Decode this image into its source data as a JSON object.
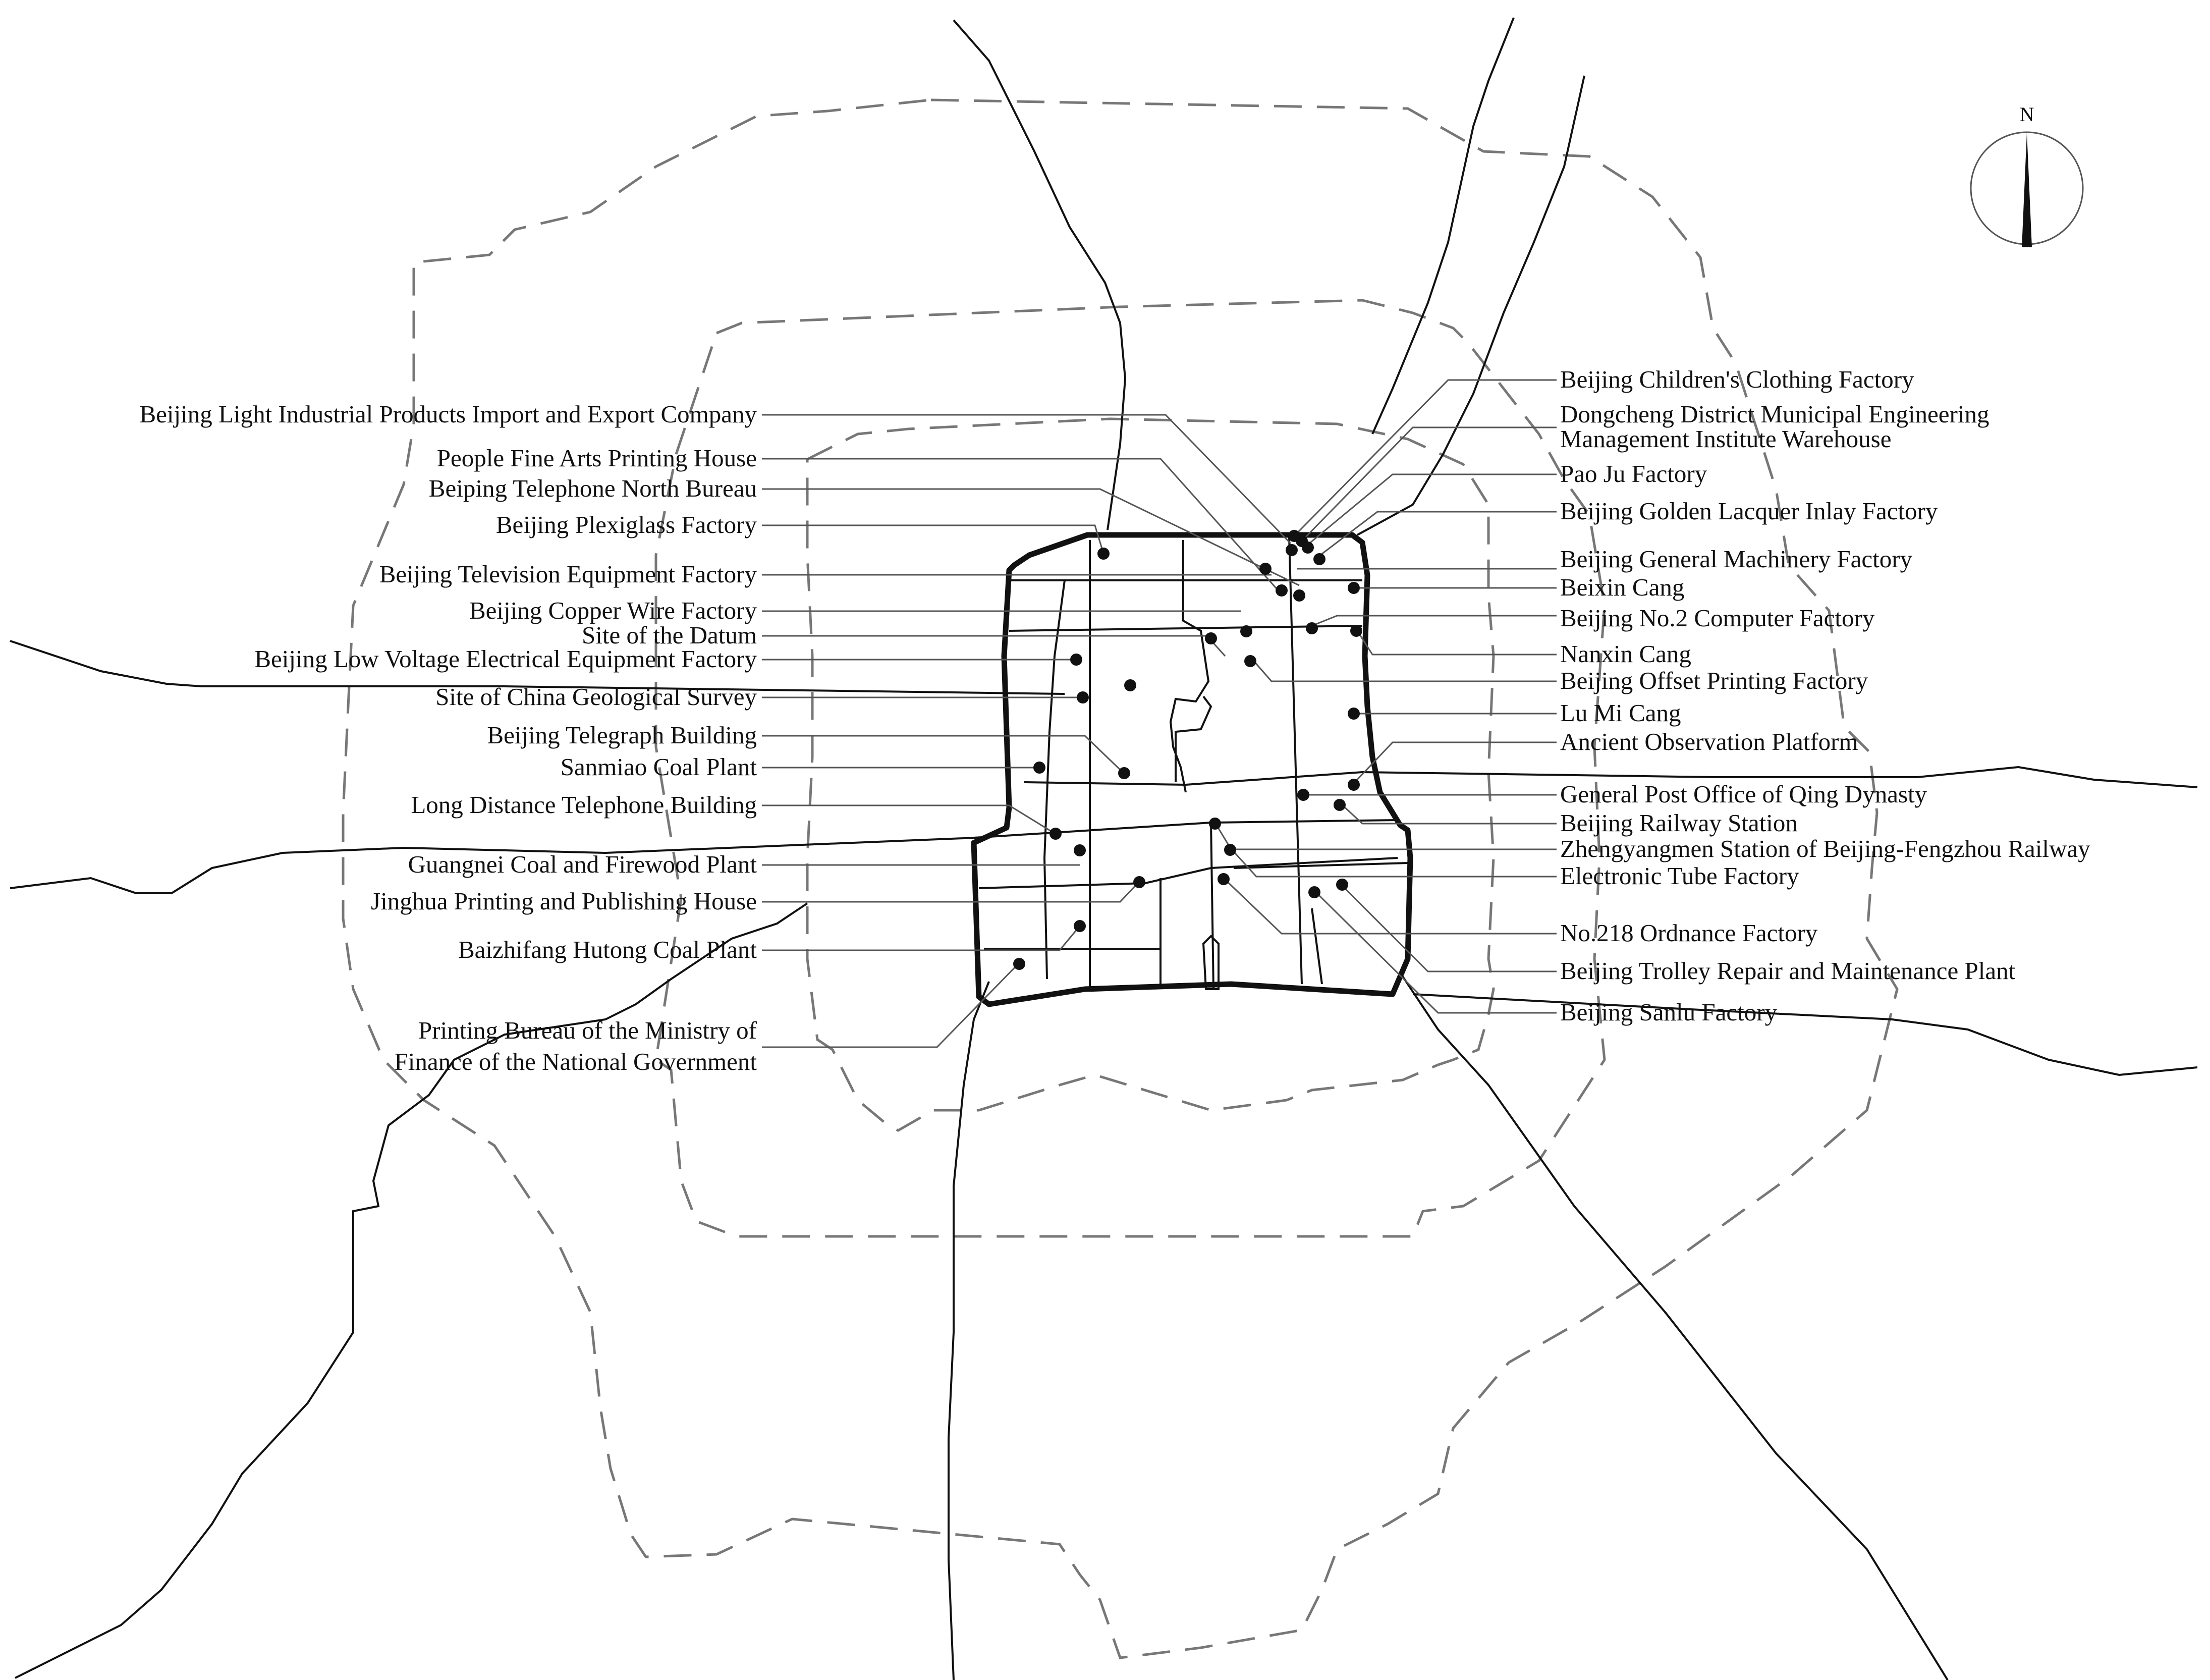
{
  "map": {
    "compass": {
      "north_label": "N"
    },
    "labels_left": [
      "Beijing Light Industrial Products Import and Export Company",
      "People Fine Arts Printing House",
      "Beiping Telephone North Bureau",
      "Beijing Plexiglass Factory",
      "Beijing Television Equipment Factory",
      "Beijing Copper Wire Factory",
      "Site of the Datum",
      "Beijing Low Voltage Electrical Equipment Factory",
      "Site of China Geological Survey",
      "Beijing Telegraph Building",
      "Sanmiao Coal Plant",
      "Long Distance Telephone Building",
      "Guangnei Coal and Firewood Plant",
      "Jinghua Printing and Publishing House",
      "Baizhifang Hutong Coal Plant",
      "Printing Bureau of the Ministry of",
      "Finance of the National Government"
    ],
    "labels_right": [
      "Beijing Children's Clothing Factory",
      "Dongcheng District Municipal Engineering",
      "Management Institute Warehouse",
      "Pao Ju Factory",
      "Beijing Golden Lacquer Inlay Factory",
      "Beijing General Machinery Factory",
      "Beixin Cang",
      "Beijing No.2 Computer Factory",
      "Nanxin Cang",
      "Beijing Offset Printing Factory",
      "Lu Mi Cang",
      "Ancient Observation Platform",
      "General Post Office of Qing Dynasty",
      "Beijing Railway Station",
      "Zhengyangmen Station of Beijing-Fengzhou Railway",
      "Electronic Tube Factory",
      "No.218 Ordnance Factory",
      "Beijing Trolley Repair and Maintenance Plant",
      "Beijing Sanlu Factory"
    ],
    "colors": {
      "ink": "#111111",
      "ring_road": "#777777",
      "leader_line": "#555555"
    }
  }
}
